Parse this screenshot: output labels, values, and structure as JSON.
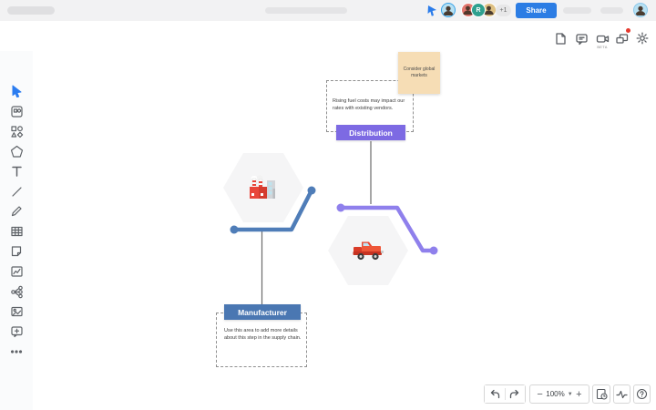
{
  "colors": {
    "accent_blue": "#2c7de4",
    "manufacturer_blue": "#4a77b2",
    "distribution_purple": "#7d6ae3",
    "connector_blue": "#4f7db8",
    "connector_purple": "#8f80ec",
    "sticky_note_tan": "#f6ddb5"
  },
  "topbar": {
    "share_label": "Share",
    "overflow_badge": "+1",
    "collaborator_initial": "R"
  },
  "header": {
    "beta_label": "BETA",
    "icons": [
      "document-icon",
      "comment-icon",
      "video-camera-icon",
      "shapes-presentation-icon",
      "gear-icon"
    ]
  },
  "sidebar": {
    "items": [
      "select-tool",
      "shapes-panel-tool",
      "shape-library-tool",
      "polygon-tool",
      "text-tool",
      "line-tool",
      "pen-tool",
      "table-tool",
      "sticky-note-tool",
      "chart-tool",
      "mindmap-tool",
      "image-tool",
      "embed-tool",
      "more-tools"
    ]
  },
  "canvas": {
    "sticky_note": {
      "text": "Consider global markets"
    },
    "distribution": {
      "label": "Distribution",
      "note": "Rising fuel costs may impact our rates with existing vendors."
    },
    "manufacturer": {
      "label": "Manufacturer",
      "note": "Use this area to add more details about this step in the supply chain."
    }
  },
  "footer": {
    "zoom_level": "100%"
  }
}
